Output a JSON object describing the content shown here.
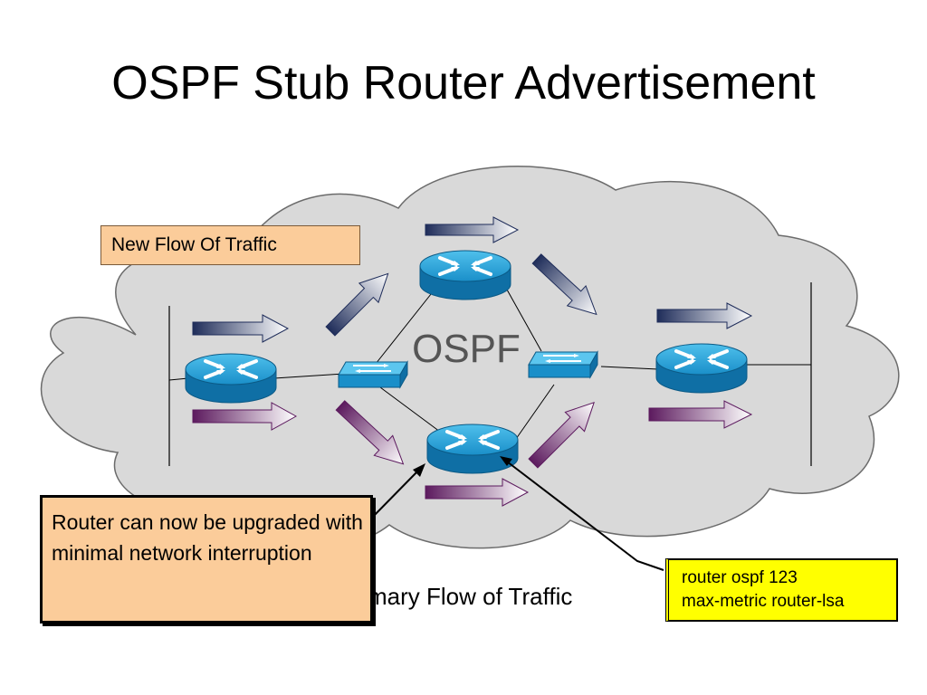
{
  "slide": {
    "title": "OSPF Stub Router Advertisement"
  },
  "diagram": {
    "cloud_label": "OSPF",
    "new_flow_label": "New Flow Of Traffic",
    "primary_flow_label": "mary Flow of Traffic",
    "upgrade_note": "Router can now be upgraded with minimal network interruption",
    "config_lines": [
      "router ospf 123",
      "max-metric router-lsa"
    ],
    "colors": {
      "cloud_fill": "#d9d9d9",
      "router_blue": "#1a8fc9",
      "note_fill": "#fbcc9a",
      "config_fill": "#ffff00",
      "new_flow_arrow": "#1f2d5a",
      "primary_flow_arrow": "#5c1a5e"
    },
    "icons": [
      "router-icon",
      "switch-icon",
      "flow-arrow"
    ]
  }
}
